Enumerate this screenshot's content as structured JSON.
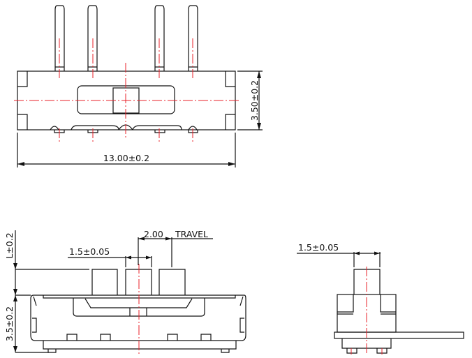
{
  "top_view": {
    "height_dim": "3.50±0.2",
    "width_dim": "13.00±0.2"
  },
  "front_view": {
    "actuator_height_dim": "L±0.2",
    "body_height_dim": "3.5±0.2",
    "actuator_width_dim": "1.5±0.05",
    "travel_dim": "2.00",
    "travel_label": "TRAVEL"
  },
  "side_view": {
    "actuator_width_dim": "1.5±0.05"
  },
  "colors": {
    "outline": "#111111",
    "centerline": "#e8202a"
  }
}
